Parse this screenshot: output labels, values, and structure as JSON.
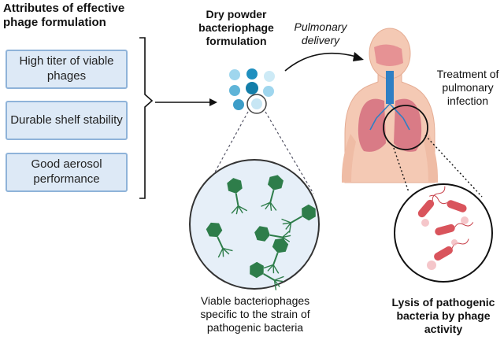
{
  "title": "Attributes of effective phage formulation",
  "attributes": [
    "High titer of viable phages",
    "Durable shelf stability",
    "Good aerosol performance"
  ],
  "powder_label": "Dry powder bacteriophage formulation",
  "delivery_label": "Pulmonary delivery",
  "treatment_label": "Treatment of pulmonary infection",
  "phage_caption": "Viable bacteriophages specific to the strain of pathogenic bacteria",
  "lysis_caption": "Lysis of pathogenic bacteria by phage activity",
  "colors": {
    "box_fill": "#dde9f6",
    "box_border": "#8fb3d9",
    "phage": "#2e7d4a",
    "particle_blue": "#1f8fbf",
    "particle_light": "#9fd6ee",
    "body": "#f4c9b4",
    "lungs": "#d97b86",
    "bacteria": "#d9545c"
  },
  "icons": [
    "phage-icon",
    "bacterium-icon",
    "powder-particle-icon",
    "human-torso-icon",
    "lungs-icon",
    "arrow-icon",
    "bracket-icon"
  ]
}
